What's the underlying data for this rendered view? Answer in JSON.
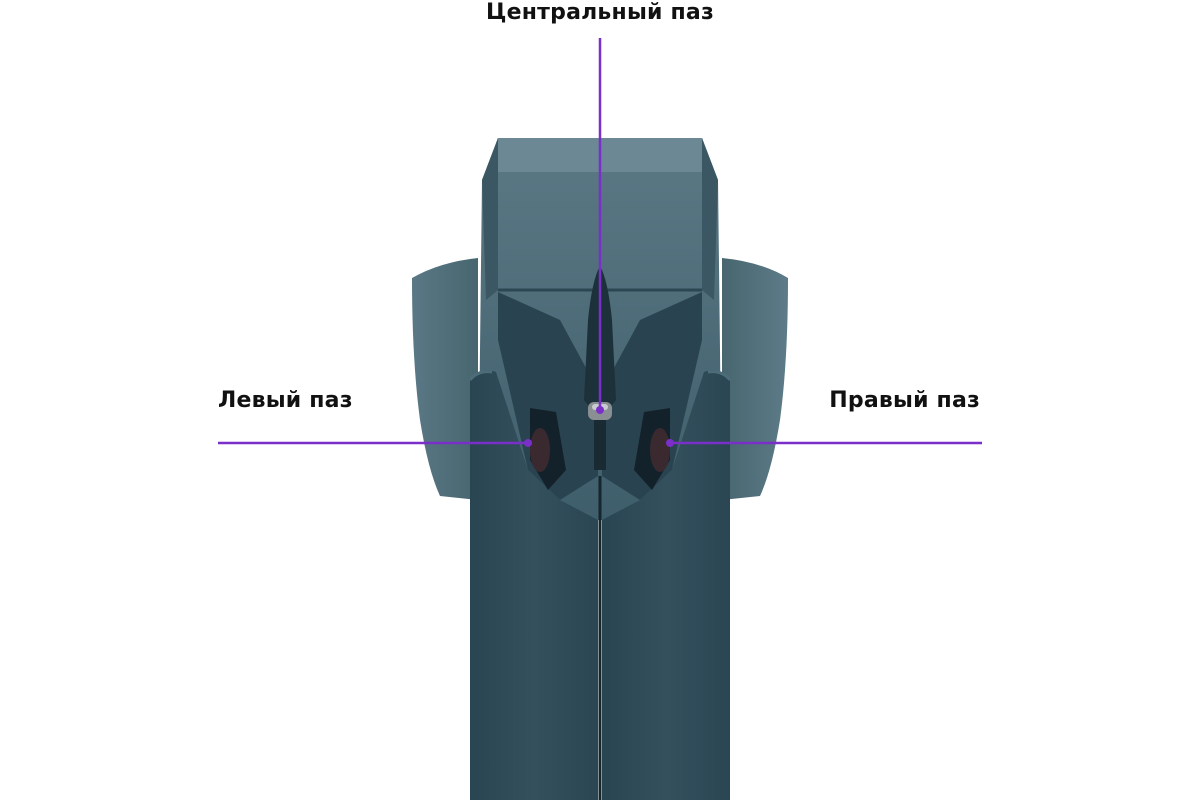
{
  "labels": {
    "center": "Центральный паз",
    "left": "Левый паз",
    "right": "Правый паз"
  },
  "colors": {
    "body": "#2f4a57",
    "body_light": "#4f6f7c",
    "body_mid": "#3c5a67",
    "body_dark": "#1f3540",
    "leader": "#7a2fc9",
    "label_text": "#111111",
    "background": "#ffffff"
  }
}
